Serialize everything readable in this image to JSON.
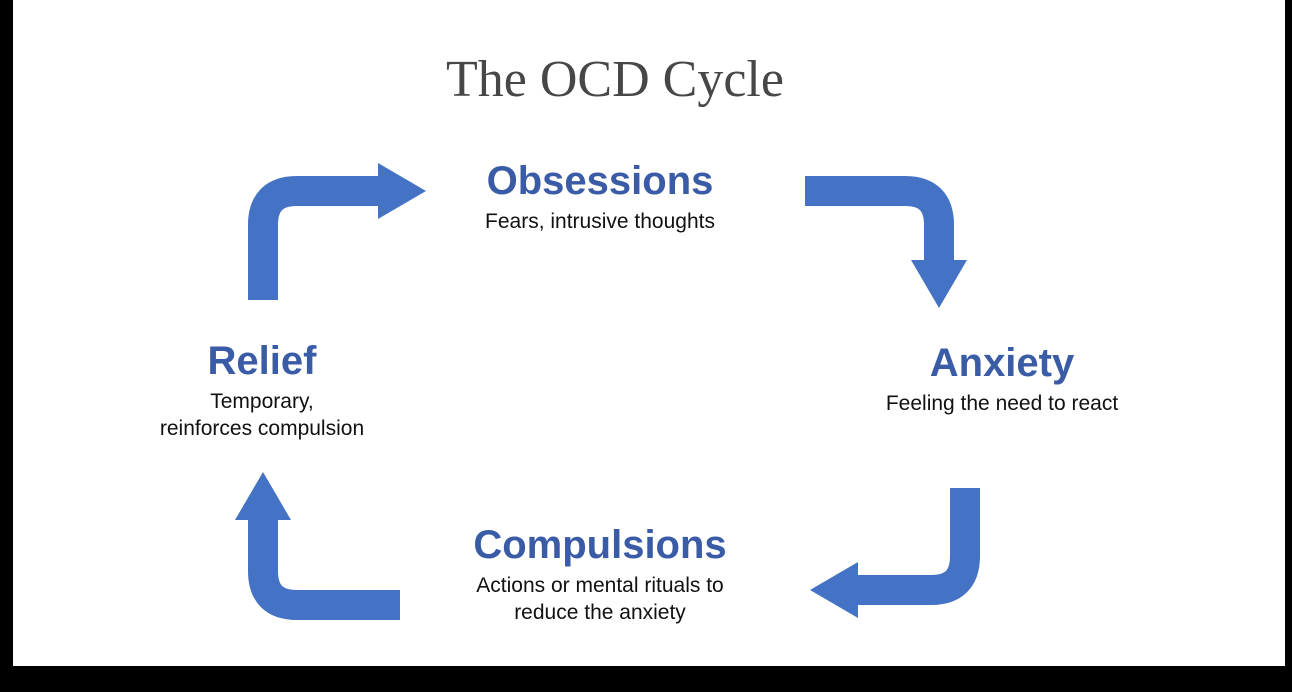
{
  "title": "The OCD Cycle",
  "colors": {
    "background": "#ffffff",
    "frame": "#000000",
    "title": "#474747",
    "accent_text": "#3a5ba5",
    "arrow": "#4472c4"
  },
  "diagram": {
    "type": "cycle",
    "nodes": [
      {
        "id": "obsessions",
        "label": "Obsessions",
        "description": "Fears, intrusive thoughts",
        "position": "top"
      },
      {
        "id": "anxiety",
        "label": "Anxiety",
        "description": "Feeling the need to react",
        "position": "right"
      },
      {
        "id": "compulsions",
        "label": "Compulsions",
        "description": "Actions or mental rituals to\nreduce the anxiety",
        "position": "bottom"
      },
      {
        "id": "relief",
        "label": "Relief",
        "description": "Temporary,\nreinforces compulsion",
        "position": "left"
      }
    ],
    "flow": [
      "obsessions",
      "anxiety",
      "compulsions",
      "relief",
      "obsessions"
    ]
  }
}
